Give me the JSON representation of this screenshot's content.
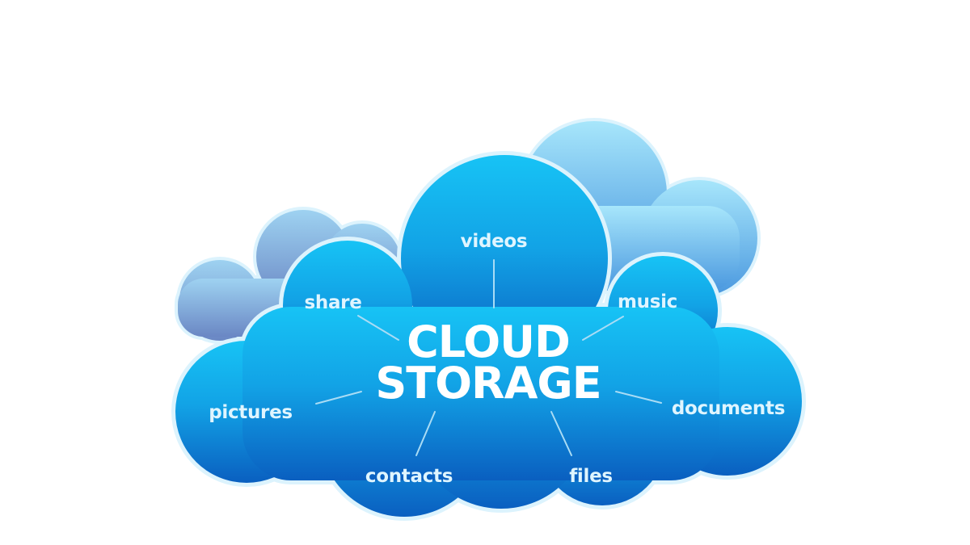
{
  "diagram": {
    "title_line1": "CLOUD",
    "title_line2": "STORAGE",
    "items": [
      {
        "id": "videos",
        "label": "videos"
      },
      {
        "id": "share",
        "label": "share"
      },
      {
        "id": "music",
        "label": "music"
      },
      {
        "id": "pictures",
        "label": "pictures"
      },
      {
        "id": "documents",
        "label": "documents"
      },
      {
        "id": "contacts",
        "label": "contacts"
      },
      {
        "id": "files",
        "label": "files"
      }
    ]
  },
  "colors": {
    "cloud_top": "#17c3f5",
    "cloud_bottom": "#0a5fc0",
    "back_cloud_top": "#a7e6fb",
    "back_cloud_bottom": "#4a98df",
    "left_cloud_top": "#9ed2f1",
    "left_cloud_bottom": "#6a87c4",
    "outline": "#dcf3fd",
    "item_text": "#dff5ff",
    "title_text": "#ffffff",
    "connector": "#a9dcf5"
  }
}
